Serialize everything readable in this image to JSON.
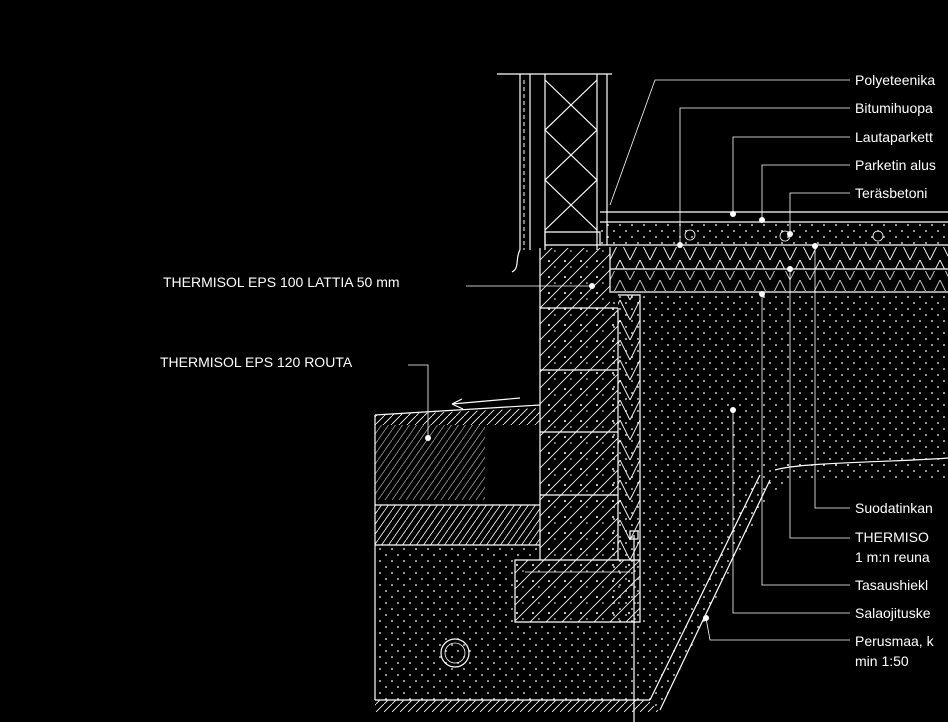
{
  "labels": {
    "left": [
      "THERMISOL EPS 100 LATTIA 50 mm",
      "THERMISOL EPS 120 ROUTA"
    ],
    "right": [
      "Polyeteenika",
      "Bitumihuopa",
      "Lautaparkett",
      "Parketin alus",
      "Teräsbetoni",
      "Suodatinkan",
      "THERMISO",
      "1 m:n reuna",
      "Tasaushiekl",
      "Salaojituske",
      "Perusmaa, k",
      "min 1:50"
    ]
  },
  "colors": {
    "background": "#000000",
    "lines": "#ffffff"
  }
}
